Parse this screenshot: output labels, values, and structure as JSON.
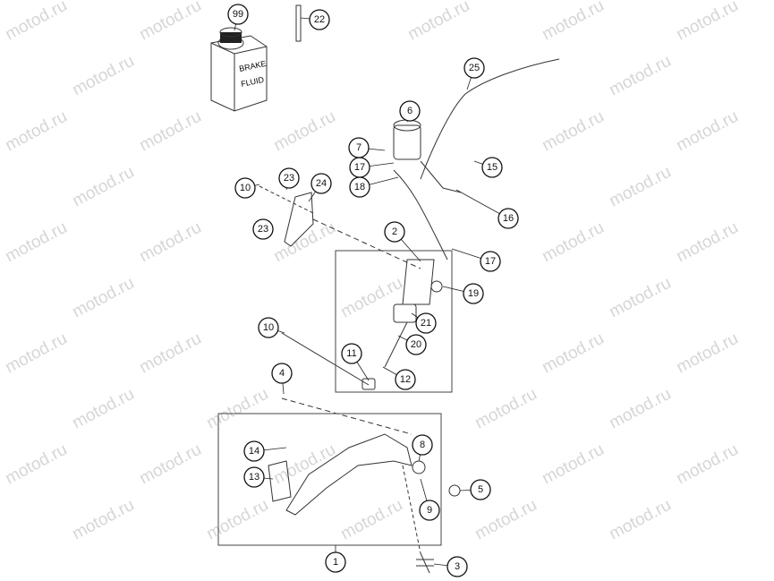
{
  "watermark": "motod.ru",
  "bottle_label": [
    "BRAKE",
    "FLUID"
  ],
  "callouts": [
    "99",
    "22",
    "25",
    "6",
    "7",
    "17",
    "18",
    "15",
    "16",
    "10",
    "23",
    "24",
    "23",
    "2",
    "17",
    "19",
    "21",
    "20",
    "10",
    "11",
    "12",
    "4",
    "8",
    "14",
    "13",
    "5",
    "9",
    "1",
    "3"
  ]
}
